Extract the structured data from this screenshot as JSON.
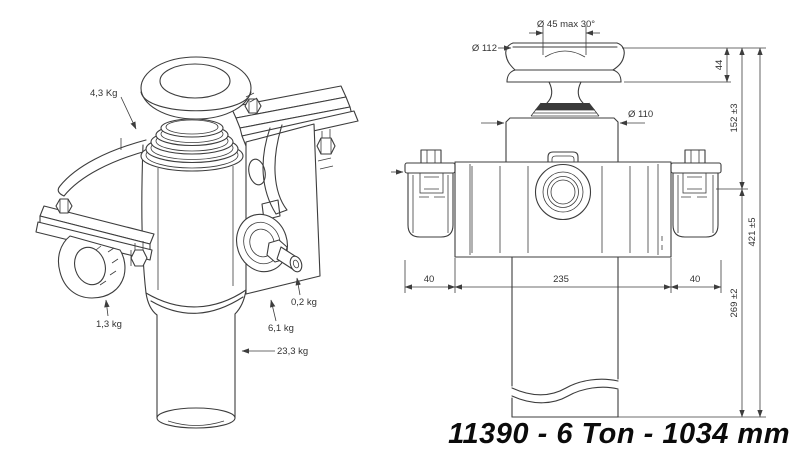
{
  "title": "11390 - 6 Ton - 1034 mm",
  "iso_view": {
    "weight_labels": {
      "piston_head": "4,3 Kg",
      "clamp": "1,3 kg",
      "port": "0,2 kg",
      "bracket": "6,1 kg",
      "body": "23,3 kg"
    }
  },
  "front_view": {
    "dimensions": {
      "ball": "Ø 45 max 30°",
      "head_diameter": "Ø 112",
      "stage_diameter": "Ø 110",
      "head_height": "44",
      "upper_height": "152 ±3",
      "lower_height": "269 ±2",
      "total_height": "421 ±5",
      "left_bracket_width": "40",
      "body_width": "235",
      "right_bracket_width": "40"
    }
  },
  "colors": {
    "line": "#3d3d3d",
    "text": "#333333",
    "title": "#0b0b0b",
    "background": "#ffffff"
  }
}
